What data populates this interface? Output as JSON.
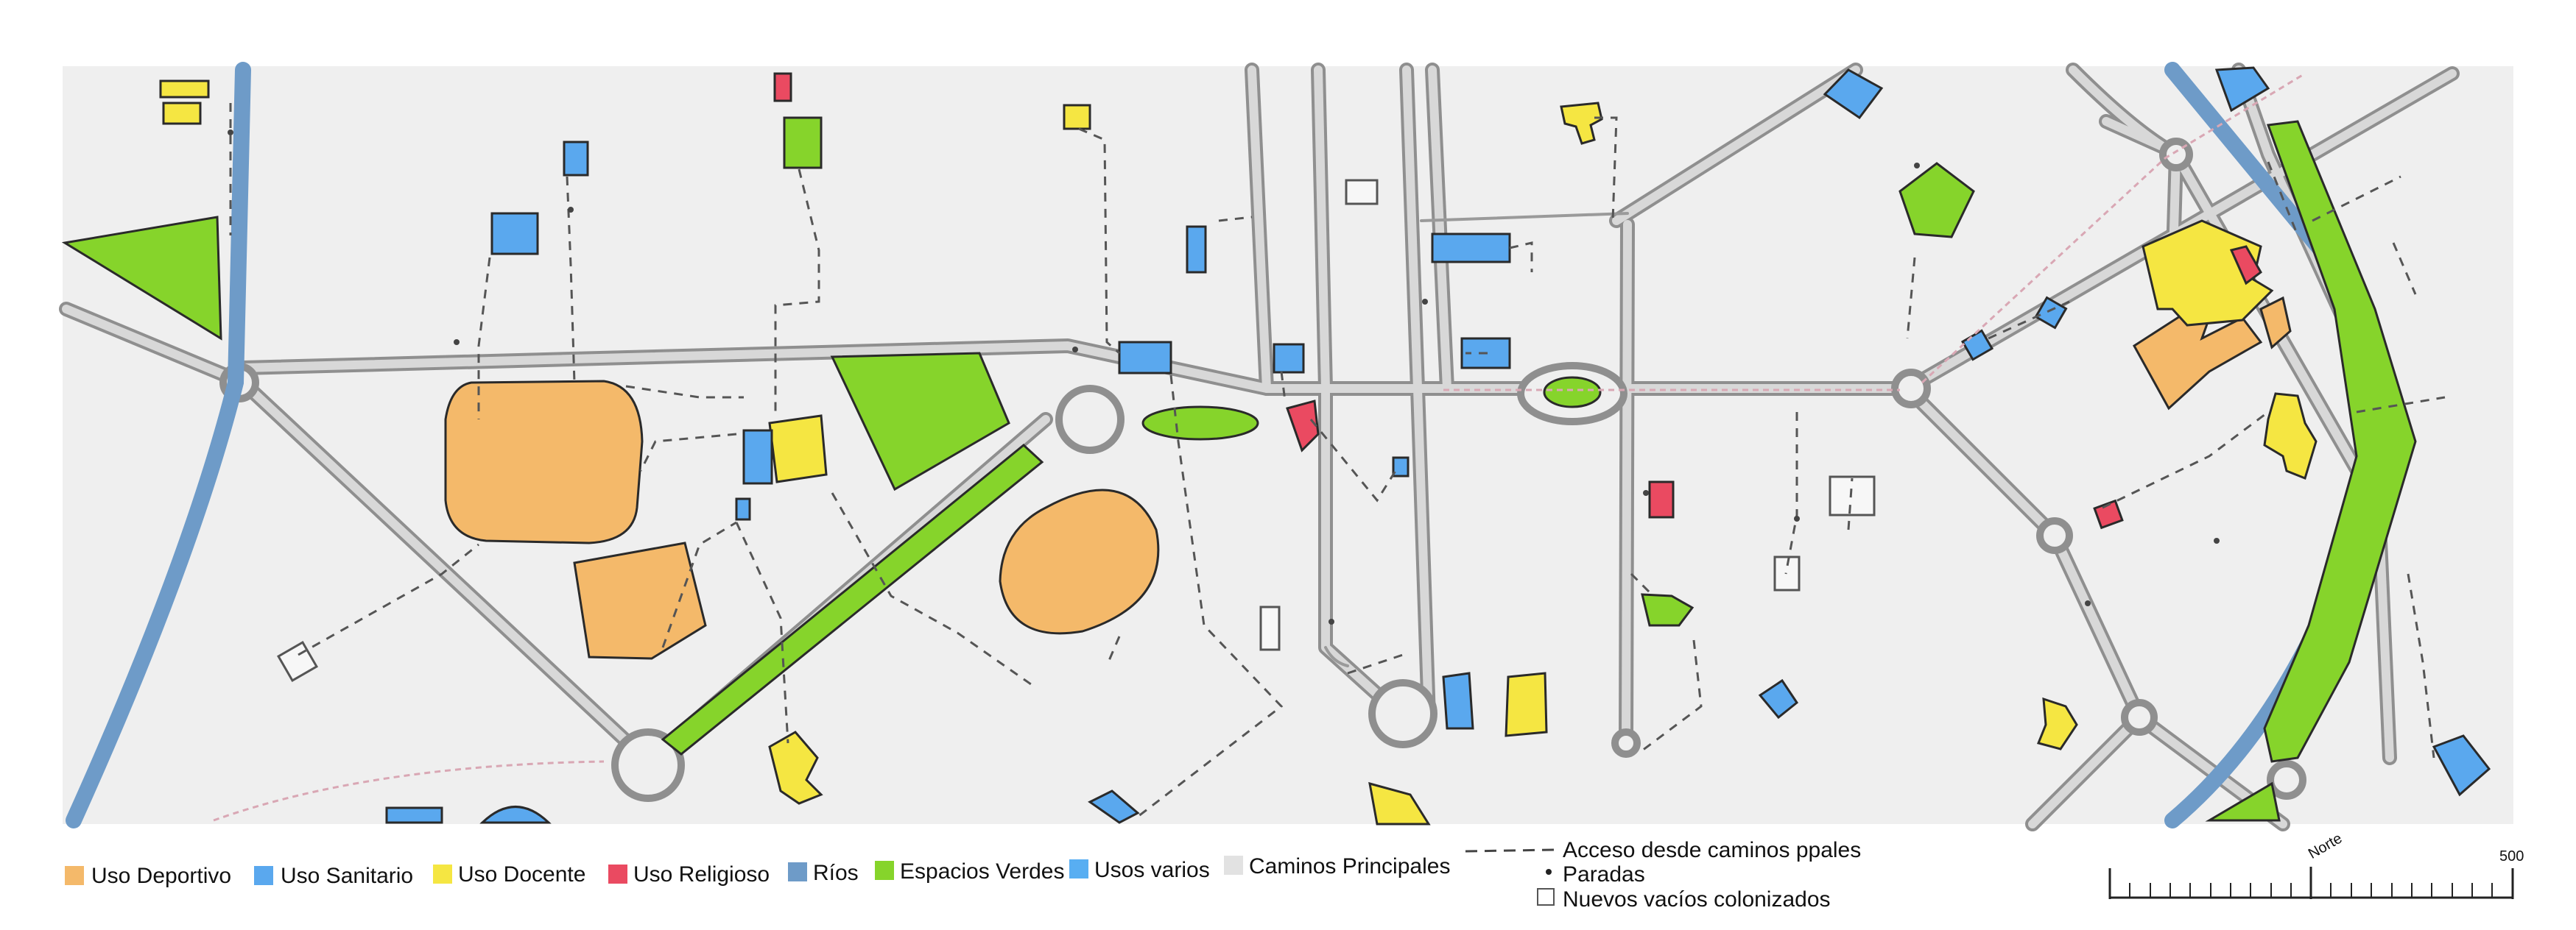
{
  "colors": {
    "background": "#efefef",
    "road_fill": "#d8d8d8",
    "road_edge": "#8f8f8f",
    "river": "#6e9bc8",
    "sports": "#f4b96a",
    "health": "#5aa8ee",
    "education": "#f5e642",
    "religious": "#ea4a61",
    "green": "#86d42b",
    "varios": "#58aef2",
    "main_roads": "#e2e2e2",
    "path_pink": "#d9a7b4"
  },
  "legend": {
    "items": [
      {
        "label": "Uso Deportivo",
        "color_key": "sports"
      },
      {
        "label": "Uso Sanitario",
        "color_key": "health"
      },
      {
        "label": "Uso Docente",
        "color_key": "education"
      },
      {
        "label": "Uso Religioso",
        "color_key": "religious"
      },
      {
        "label": "Ríos",
        "color_key": "river"
      },
      {
        "label": "Espacios Verdes",
        "color_key": "green"
      },
      {
        "label": "Usos varios",
        "color_key": "varios"
      },
      {
        "label": "Caminos Principales",
        "color_key": "main_roads"
      }
    ],
    "symbols": {
      "access_label": "Acceso desde caminos ppales",
      "stops_label": "Paradas",
      "voids_label": "Nuevos vacíos colonizados"
    }
  },
  "scale": {
    "north_label": "Norte",
    "max_label": "500"
  },
  "icons": {
    "north": "north-label-icon",
    "stop": "stop-dot-icon",
    "void": "empty-square-icon"
  }
}
